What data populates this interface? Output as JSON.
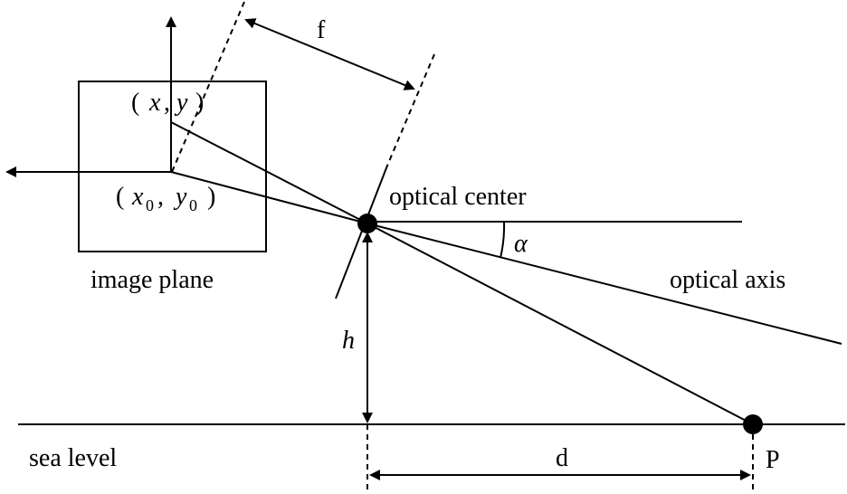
{
  "labels": {
    "f": "f",
    "optical_center": "optical center",
    "alpha": "α",
    "optical_axis": "optical axis",
    "image_plane": "image plane",
    "h": "h",
    "d": "d",
    "sea_level": "sea level",
    "P": "P",
    "xy_open": "(",
    "xy_x": "x",
    "xy_comma": ",",
    "xy_y": "y",
    "xy_close": ")",
    "x0y0_open": "(",
    "x0y0_x": "x",
    "x0y0_sub0a": "0",
    "x0y0_comma": ",",
    "x0y0_y": "y",
    "x0y0_sub0b": "0",
    "x0y0_close": ")"
  }
}
